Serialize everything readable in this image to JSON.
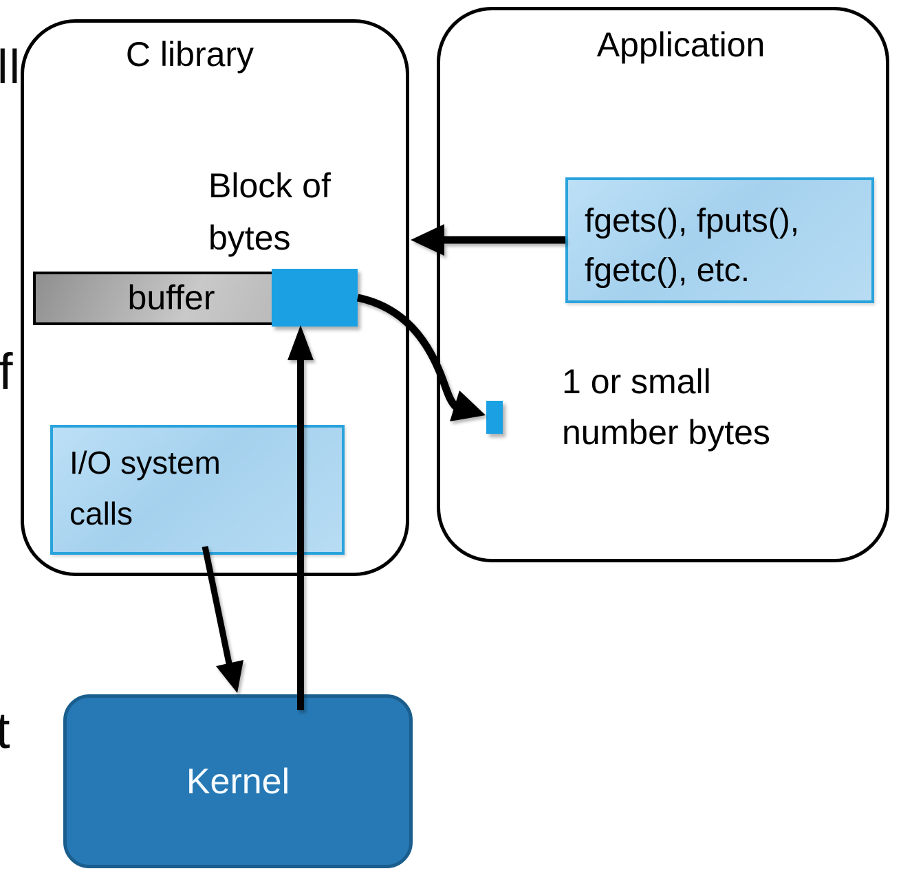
{
  "fragments": {
    "top": "ll",
    "middle": "f",
    "bottom": "t"
  },
  "c_library": {
    "title": "C library",
    "block_label_line1": "Block of",
    "block_label_line2": "bytes",
    "buffer_label": "buffer",
    "io_box_line1": "I/O system",
    "io_box_line2": "calls"
  },
  "application": {
    "title": "Application",
    "stdio_box_line1": "fgets(), fputs(),",
    "stdio_box_line2": "fgetc(), etc.",
    "bytes_note_line1": "1 or small",
    "bytes_note_line2": "number bytes"
  },
  "kernel": {
    "title": "Kernel"
  },
  "colors": {
    "accent_cyan": "#1BA1E3",
    "light_blue_fill": "#ABD5EF",
    "light_blue_border": "#2AA3DC",
    "kernel_blue": "#2679B5",
    "kernel_border": "#1A5E8E",
    "buffer_gray": "#ABABAB",
    "outline_black": "#000000"
  }
}
